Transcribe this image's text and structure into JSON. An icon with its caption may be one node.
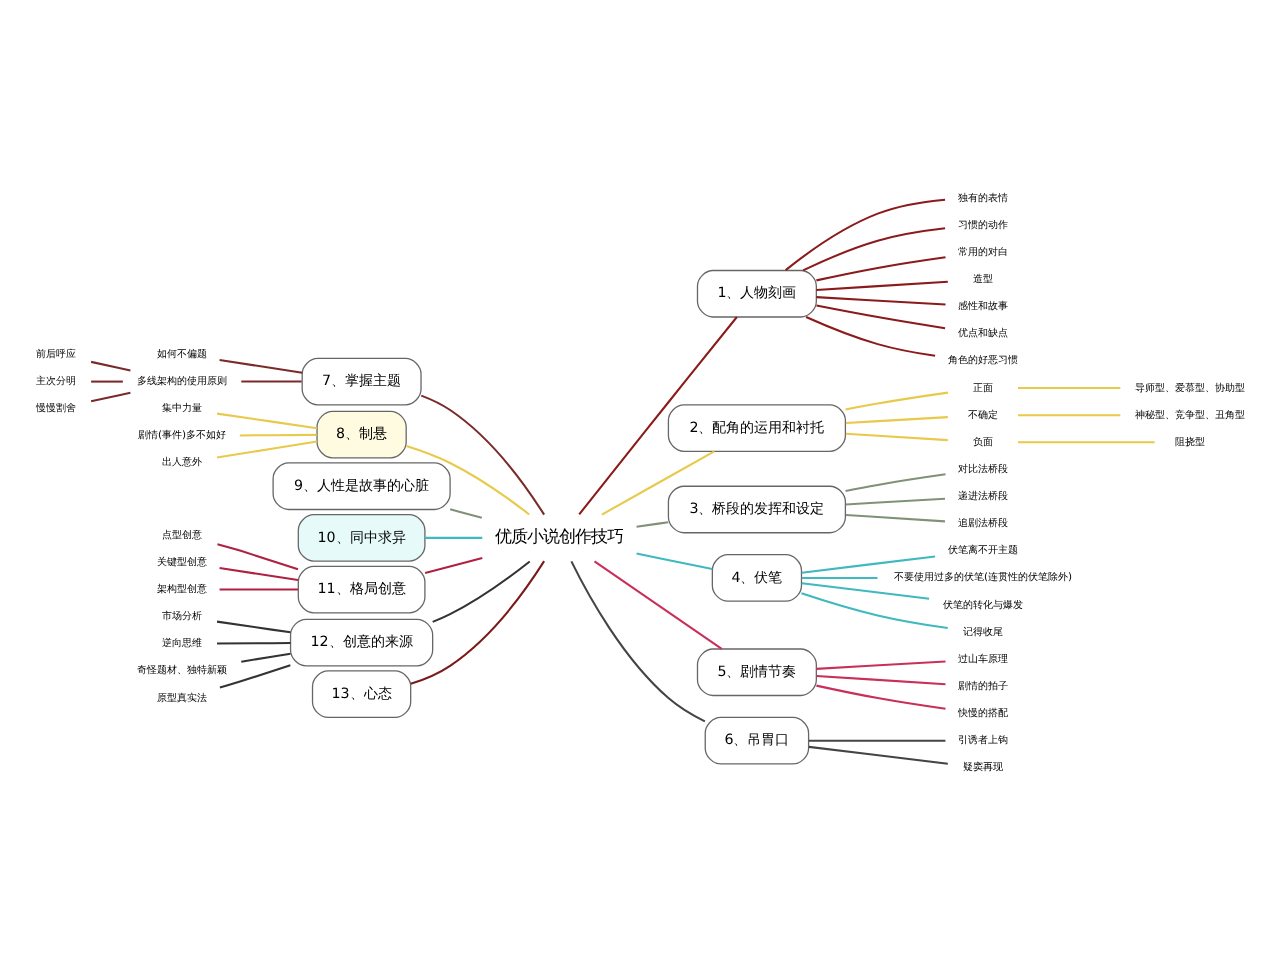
{
  "diagram": {
    "nodes": [
      {
        "text": [
          "优质小说创作技巧"
        ]
      },
      {
        "text": [
          "1、人物刻画"
        ]
      },
      {
        "text": [
          "独有的表情"
        ]
      },
      {
        "text": [
          "习惯的动作"
        ]
      },
      {
        "text": [
          "常用的对白"
        ]
      },
      {
        "text": [
          "造型"
        ]
      },
      {
        "text": [
          "感性和故事"
        ]
      },
      {
        "text": [
          "优点和缺点"
        ]
      },
      {
        "text": [
          "角色的好恶习惯"
        ]
      },
      {
        "text": [
          "2、配角的运用和衬托"
        ]
      },
      {
        "text": [
          "正面"
        ]
      },
      {
        "text": [
          "导师型、爱慕型、协助型"
        ]
      },
      {
        "text": [
          "不确定"
        ]
      },
      {
        "text": [
          "神秘型、竞争型、丑角型"
        ]
      },
      {
        "text": [
          "负面"
        ]
      },
      {
        "text": [
          "阻挠型"
        ]
      },
      {
        "text": [
          "3、桥段的发挥和设定"
        ]
      },
      {
        "text": [
          "对比法桥段"
        ]
      },
      {
        "text": [
          "递进法桥段"
        ]
      },
      {
        "text": [
          "追剧法桥段"
        ]
      },
      {
        "text": [
          "4、伏笔"
        ]
      },
      {
        "text": [
          "伏笔离不开主题"
        ]
      },
      {
        "text": [
          "不要使用过多的伏笔(连贯性的伏笔除外)"
        ]
      },
      {
        "text": [
          "伏笔的转化与爆发"
        ]
      },
      {
        "text": [
          "记得收尾"
        ]
      },
      {
        "text": [
          "5、剧情节奏"
        ]
      },
      {
        "text": [
          "过山车原理"
        ]
      },
      {
        "text": [
          "剧情的拍子"
        ]
      },
      {
        "text": [
          "快慢的搭配"
        ]
      },
      {
        "text": [
          "6、吊胃口"
        ]
      },
      {
        "text": [
          "引诱者上钩"
        ]
      },
      {
        "text": [
          "疑窦再现"
        ]
      },
      {
        "text": [
          "7、掌握主题"
        ]
      },
      {
        "text": [
          "如何不偏题"
        ]
      },
      {
        "text": [
          "多线架构的使用原则"
        ]
      },
      {
        "text": [
          "前后呼应"
        ]
      },
      {
        "text": [
          "主次分明"
        ]
      },
      {
        "text": [
          "慢慢割舍"
        ]
      },
      {
        "text": [
          "8、制悬"
        ]
      },
      {
        "text": [
          "集中力量"
        ]
      },
      {
        "text": [
          "剧情(事件)多不如好"
        ]
      },
      {
        "text": [
          "出人意外"
        ]
      },
      {
        "text": [
          "9、人性是故事的心脏"
        ]
      },
      {
        "text": [
          "10、同中求异"
        ]
      },
      {
        "text": [
          "11、格局创意"
        ]
      },
      {
        "text": [
          "点型创意"
        ]
      },
      {
        "text": [
          "关键型创意"
        ]
      },
      {
        "text": [
          "架构型创意"
        ]
      },
      {
        "text": [
          "12、创意的来源"
        ]
      },
      {
        "text": [
          "市场分析"
        ]
      },
      {
        "text": [
          "逆向思维"
        ]
      },
      {
        "text": [
          "奇怪题材、独特新颖"
        ]
      },
      {
        "text": [
          "原型真实法"
        ]
      },
      {
        "text": [
          "13、心态"
        ]
      }
    ],
    "edges": [
      {
        "from": 0,
        "to": 1,
        "arrow": "none",
        "color": "#8b1a1a"
      },
      {
        "from": 1,
        "to": 2,
        "arrow": "none",
        "color": "#8b1a1a"
      },
      {
        "from": 1,
        "to": 3,
        "arrow": "none",
        "color": "#8b1a1a"
      },
      {
        "from": 1,
        "to": 4,
        "arrow": "none",
        "color": "#8b1a1a"
      },
      {
        "from": 1,
        "to": 5,
        "arrow": "none",
        "color": "#8b1a1a"
      },
      {
        "from": 1,
        "to": 6,
        "arrow": "none",
        "color": "#8b1a1a"
      },
      {
        "from": 1,
        "to": 7,
        "arrow": "none",
        "color": "#8b1a1a"
      },
      {
        "from": 1,
        "to": 8,
        "arrow": "none",
        "color": "#8b1a1a"
      },
      {
        "from": 0,
        "to": 9,
        "arrow": "none",
        "color": "#e8c94a"
      },
      {
        "from": 9,
        "to": 10,
        "arrow": "none",
        "color": "#e8c94a"
      },
      {
        "from": 10,
        "to": 11,
        "arrow": "none",
        "color": "#e8c94a"
      },
      {
        "from": 9,
        "to": 12,
        "arrow": "none",
        "color": "#e8c94a"
      },
      {
        "from": 12,
        "to": 13,
        "arrow": "none",
        "color": "#e8c94a"
      },
      {
        "from": 9,
        "to": 14,
        "arrow": "none",
        "color": "#e8c94a"
      },
      {
        "from": 14,
        "to": 15,
        "arrow": "none",
        "color": "#e8c94a"
      },
      {
        "from": 0,
        "to": 16,
        "arrow": "none",
        "color": "#7f9278"
      },
      {
        "from": 16,
        "to": 17,
        "arrow": "none",
        "color": "#7f9278"
      },
      {
        "from": 16,
        "to": 18,
        "arrow": "none",
        "color": "#7f9278"
      },
      {
        "from": 16,
        "to": 19,
        "arrow": "none",
        "color": "#7f9278"
      },
      {
        "from": 0,
        "to": 20,
        "arrow": "none",
        "color": "#3fb8c0"
      },
      {
        "from": 20,
        "to": 21,
        "arrow": "none",
        "color": "#3fb8c0"
      },
      {
        "from": 20,
        "to": 22,
        "arrow": "none",
        "color": "#3fb8c0"
      },
      {
        "from": 20,
        "to": 23,
        "arrow": "none",
        "color": "#3fb8c0"
      },
      {
        "from": 20,
        "to": 24,
        "arrow": "none",
        "color": "#3fb8c0"
      },
      {
        "from": 0,
        "to": 25,
        "arrow": "none",
        "color": "#c8305a"
      },
      {
        "from": 25,
        "to": 26,
        "arrow": "none",
        "color": "#c8305a"
      },
      {
        "from": 25,
        "to": 27,
        "arrow": "none",
        "color": "#c8305a"
      },
      {
        "from": 25,
        "to": 28,
        "arrow": "none",
        "color": "#c8305a"
      },
      {
        "from": 0,
        "to": 29,
        "arrow": "none",
        "color": "#444444"
      },
      {
        "from": 29,
        "to": 30,
        "arrow": "none",
        "color": "#444444"
      },
      {
        "from": 29,
        "to": 31,
        "arrow": "none",
        "color": "#444444"
      },
      {
        "from": 0,
        "to": 32,
        "arrow": "none",
        "color": "#7a2a2a"
      },
      {
        "from": 32,
        "to": 33,
        "arrow": "none",
        "color": "#7a2a2a"
      },
      {
        "from": 32,
        "to": 34,
        "arrow": "none",
        "color": "#7a2a2a"
      },
      {
        "from": 34,
        "to": 35,
        "arrow": "none",
        "color": "#7a2a2a"
      },
      {
        "from": 34,
        "to": 36,
        "arrow": "none",
        "color": "#7a2a2a"
      },
      {
        "from": 34,
        "to": 37,
        "arrow": "none",
        "color": "#7a2a2a"
      },
      {
        "from": 0,
        "to": 38,
        "arrow": "none",
        "color": "#e8c94a"
      },
      {
        "from": 38,
        "to": 39,
        "arrow": "none",
        "color": "#e8c94a"
      },
      {
        "from": 38,
        "to": 40,
        "arrow": "none",
        "color": "#e8c94a"
      },
      {
        "from": 38,
        "to": 41,
        "arrow": "none",
        "color": "#e8c94a"
      },
      {
        "from": 0,
        "to": 42,
        "arrow": "none",
        "color": "#7f9278"
      },
      {
        "from": 0,
        "to": 43,
        "arrow": "none",
        "color": "#3fb8c0"
      },
      {
        "from": 0,
        "to": 44,
        "arrow": "none",
        "color": "#b02040"
      },
      {
        "from": 44,
        "to": 45,
        "arrow": "none",
        "color": "#b02040"
      },
      {
        "from": 44,
        "to": 46,
        "arrow": "none",
        "color": "#b02040"
      },
      {
        "from": 44,
        "to": 47,
        "arrow": "none",
        "color": "#b02040"
      },
      {
        "from": 0,
        "to": 48,
        "arrow": "none",
        "color": "#333333"
      },
      {
        "from": 48,
        "to": 49,
        "arrow": "none",
        "color": "#333333"
      },
      {
        "from": 48,
        "to": 50,
        "arrow": "none",
        "color": "#333333"
      },
      {
        "from": 48,
        "to": 51,
        "arrow": "none",
        "color": "#333333"
      },
      {
        "from": 48,
        "to": 52,
        "arrow": "none",
        "color": "#333333"
      },
      {
        "from": 0,
        "to": 53,
        "arrow": "none",
        "color": "#7a1a1a"
      }
    ]
  }
}
